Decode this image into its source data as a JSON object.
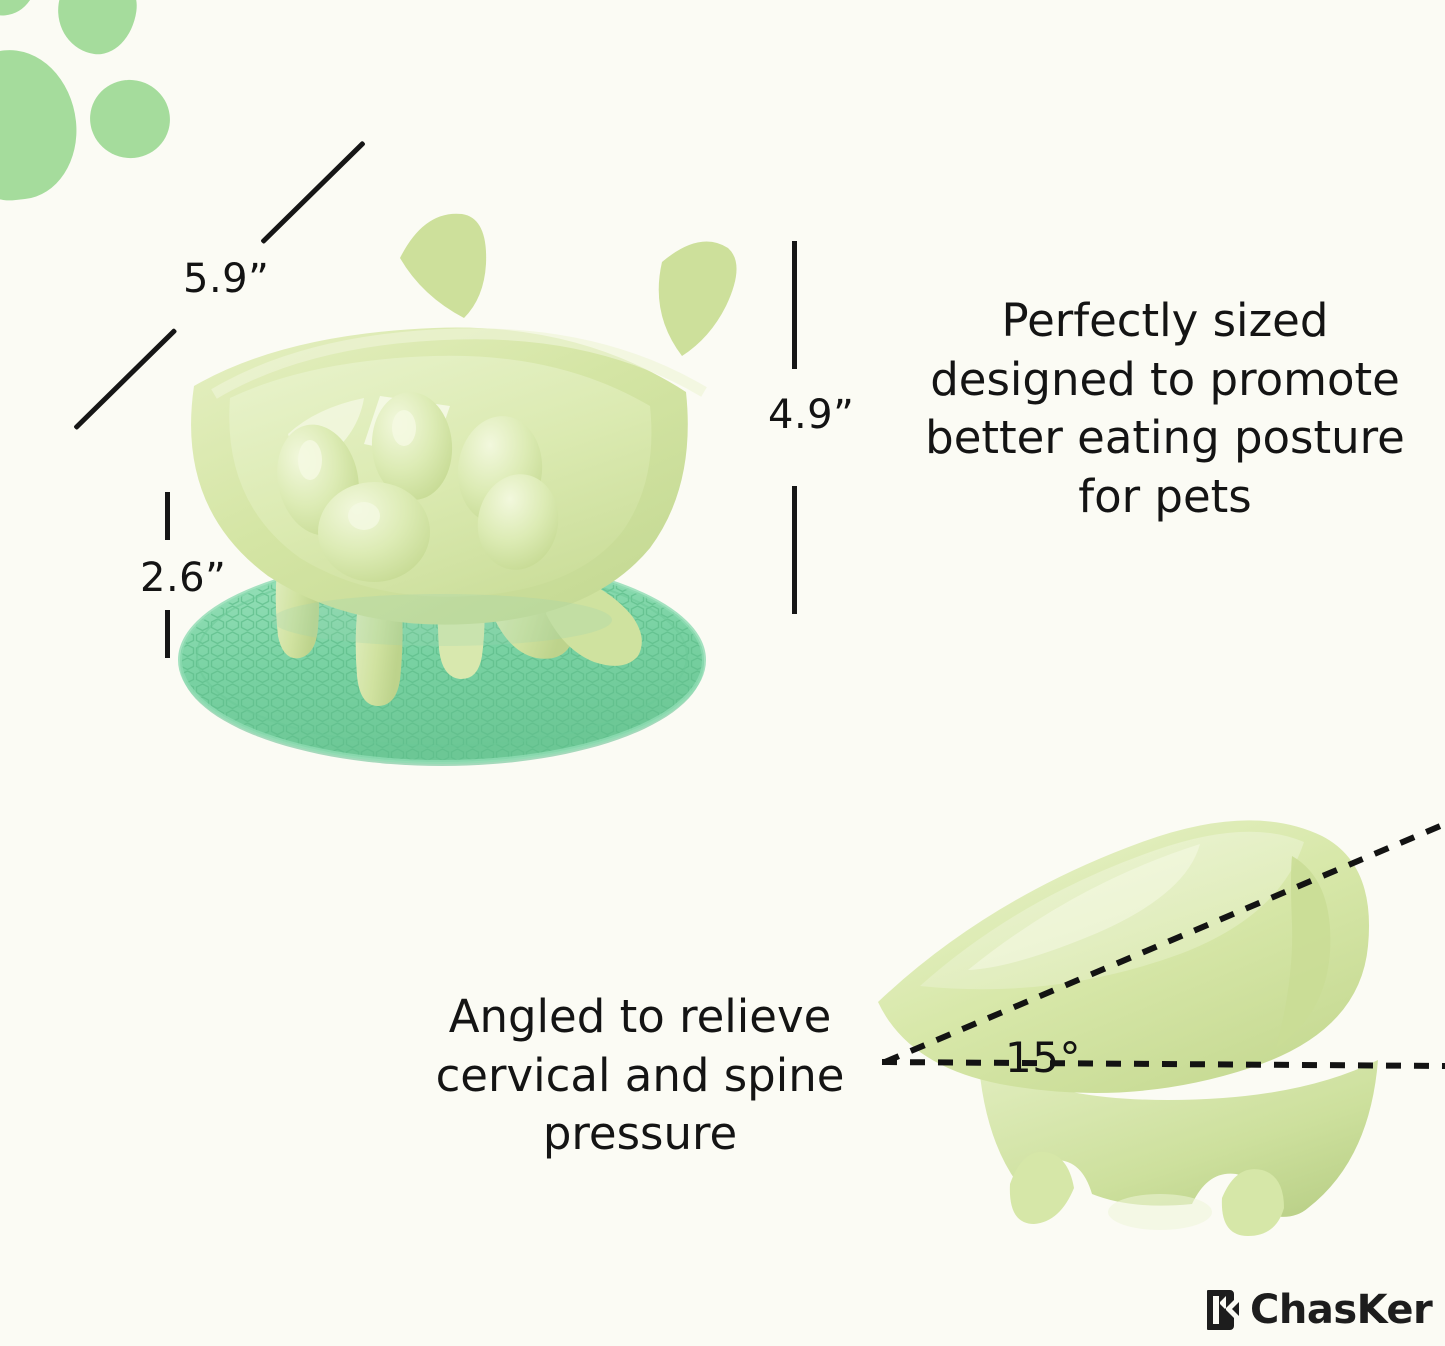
{
  "background_color": "#fbfbf4",
  "decor": {
    "paw_icon": "paw-print-icon",
    "paw_color": "#a5dc9c"
  },
  "product": {
    "name": "elevated tilted cat bowl",
    "ceramic_color": "#d6e5a8",
    "mat_color": "#7fd6a8",
    "mat_texture": "honeycomb"
  },
  "dimensions": {
    "width": "5.9”",
    "height": "4.9”",
    "base_height": "2.6”",
    "tilt_angle": "15°",
    "line_color": "#161616"
  },
  "copy": {
    "right": "Perfectly sized designed to promote better eating posture for pets",
    "bottom": "Angled to relieve cervical and spine pressure"
  },
  "brand": {
    "name": "ChasKer",
    "mark_icon": "k-logo-icon",
    "color": "#1d1d1d"
  }
}
